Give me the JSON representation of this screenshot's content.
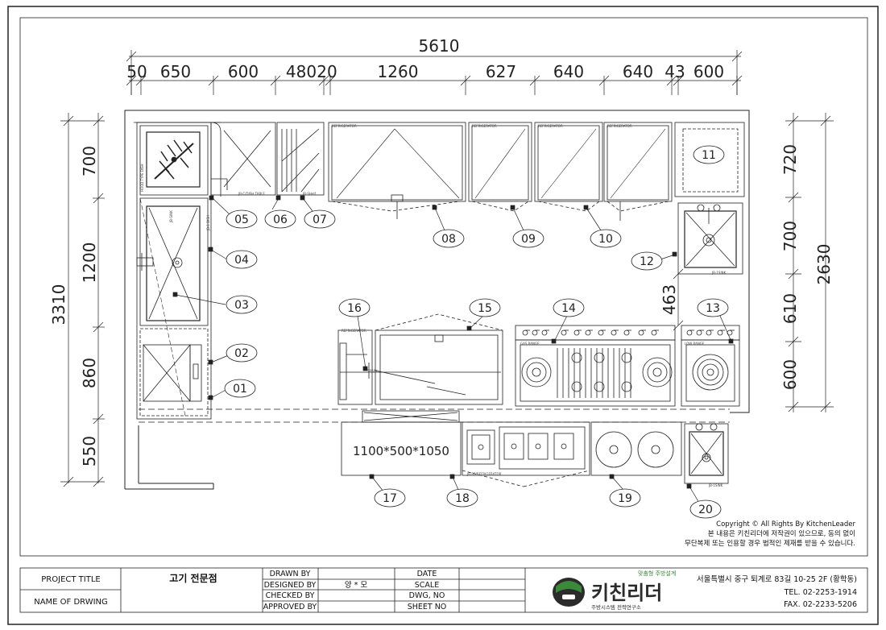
{
  "overall_width_dim": "5610",
  "top_dims": [
    "50",
    "650",
    "600",
    "480",
    "20",
    "1260",
    "627",
    "640",
    "640",
    "43",
    "600"
  ],
  "left_total_dim": "3310",
  "left_dims": [
    "700",
    "1200",
    "860",
    "550"
  ],
  "right_total_dim": "2630",
  "right_dims": [
    "720",
    "700",
    "610",
    "600"
  ],
  "mid_dim": "463",
  "callouts": [
    "01",
    "02",
    "03",
    "04",
    "05",
    "06",
    "07",
    "08",
    "09",
    "10",
    "11",
    "12",
    "13",
    "14",
    "15",
    "16",
    "17",
    "18",
    "19",
    "20"
  ],
  "table_size_label": "1100*500*1050",
  "copyright": {
    "line1": "Copyright © All Rights By KitchenLeader",
    "line2": "본 내용은 키친리더에 저작권이 있으므로, 동의 없이",
    "line3": "무단복제 또는 인용할 경우 법적인 제재를 받을 수 있습니다."
  },
  "title_block": {
    "project_title_label": "PROJECT TITLE",
    "drawing_name_label": "NAME OF DRWING",
    "project_name": "고기 전문점",
    "drawn_by": "DRAWN BY",
    "designed_by": "DESIGNED BY",
    "designer": "양 * 모",
    "checked_by": "CHECKED BY",
    "approved_by": "APPROVED BY",
    "date": "DATE",
    "scale": "SCALE",
    "dwg_no": "DWG, NO",
    "sheet_no": "SHEET NO"
  },
  "company": {
    "tagline": "맞춤형 주방설계",
    "name": "키친리더",
    "subtitle": "주방시스템 전략연구소",
    "address": "서울특별시 중구 퇴계로 83길 10-25 2F (황학동)",
    "tel": "TEL. 02-2253-1914",
    "fax": "FAX. 02-2233-5206",
    "brand_green": "#3a8a3a",
    "brand_dark": "#2b2b2b"
  }
}
